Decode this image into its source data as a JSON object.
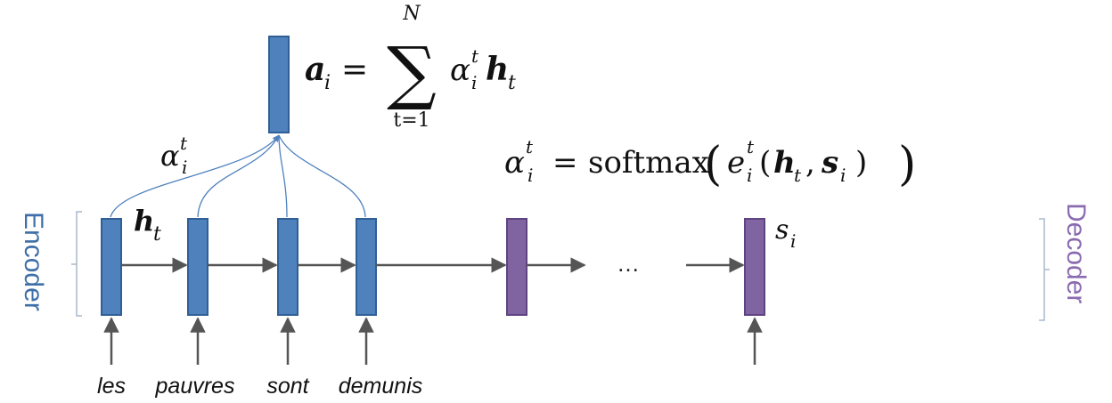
{
  "encoder": {
    "label": "Encoder",
    "hidden_label": "h",
    "hidden_sub": "t",
    "color": "#4f81bd",
    "border": "#2f5f95",
    "words": [
      "les",
      "pauvres",
      "sont",
      "demunis"
    ]
  },
  "decoder": {
    "label": "Decoder",
    "state_label": "s",
    "state_sub": "i",
    "ellipsis": "…",
    "color": "#8064a2",
    "border": "#5e4480"
  },
  "attention": {
    "weight_symbol": "α",
    "weight_sub": "i",
    "weight_sup": "t",
    "context_color": "#4f81bd",
    "curve_color": "#4f81bd"
  },
  "equations": {
    "context": {
      "lhs_symbol": "a",
      "lhs_sub": "i",
      "equals": "=",
      "sum_sign": "∑",
      "upper_limit": "N",
      "lower_limit": "t=1",
      "term_symbol": "α",
      "term_sub": "i",
      "term_sup": "t",
      "term_vector": "h",
      "term_vector_sub": "t"
    },
    "softmax": {
      "lhs_symbol": "α",
      "lhs_sub": "i",
      "lhs_sup": "t",
      "equals": "=",
      "function": "softmax",
      "open_paren": "(",
      "close_paren": ")",
      "inner_symbol": "e",
      "inner_sub": "i",
      "inner_sup": "t",
      "inner_open": "(",
      "arg1": "h",
      "arg1_sub": "t",
      "comma": ",",
      "arg2": "s",
      "arg2_sub": "i",
      "inner_close": ")"
    }
  },
  "colors": {
    "arrow": "#555555",
    "bracket": "#a9b8cc",
    "encoder_text": "#3f6fa8",
    "decoder_text": "#8a6bb0"
  }
}
